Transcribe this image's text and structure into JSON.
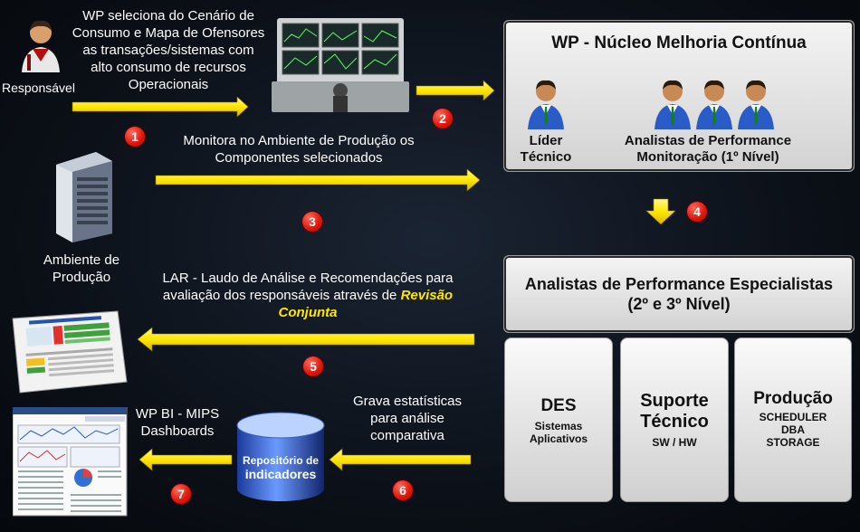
{
  "top_text": {
    "line1": "WP seleciona do Cenário de",
    "line2": "Consumo e Mapa de Ofensores",
    "line3": "as transações/sistemas com",
    "line4": "alto consumo de recursos",
    "line5": "Operacionais"
  },
  "responsavel_label": "Responsável",
  "monitora_text": {
    "line1": "Monitora no Ambiente de Produção os",
    "line2": "Componentes selecionados"
  },
  "ambiente_label": {
    "line1": "Ambiente de",
    "line2": "Produção"
  },
  "lar_text": {
    "line1": "LAR - Laudo de Análise e Recomendações para",
    "line2_prefix": "avaliação dos responsáveis através de",
    "line2_highlight": "Revisão",
    "line3_highlight": "Conjunta"
  },
  "bi_text": {
    "line1": "WP BI - MIPS",
    "line2": "Dashboards"
  },
  "grava_text": {
    "line1": "Grava estatísticas",
    "line2": "para análise",
    "line3": "comparativa"
  },
  "repo_label": {
    "line1": "Repositório de",
    "line2": "indicadores"
  },
  "nucleo": {
    "title": "WP - Núcleo Melhoria Contínua",
    "lider": {
      "line1": "Líder",
      "line2": "Técnico"
    },
    "analistas": {
      "line1": "Analistas de Performance",
      "line2": "Monitoração (1º Nível)"
    }
  },
  "especialistas": {
    "line1": "Analistas de Performance Especialistas",
    "line2": "(2º e 3º Nível)"
  },
  "cards": [
    {
      "title": "DES",
      "sub1": "Sistemas",
      "sub2": "Aplicativos"
    },
    {
      "title1": "Suporte",
      "title2": "Técnico",
      "sub1": "SW / HW"
    },
    {
      "title": "Produção",
      "sub1": "SCHEDULER",
      "sub2": "DBA",
      "sub3": "STORAGE"
    }
  ],
  "steps": [
    "1",
    "2",
    "3",
    "4",
    "5",
    "6",
    "7"
  ],
  "colors": {
    "arrow": "#ffe600",
    "step_badge": "#e01a10",
    "highlight": "#ffe600"
  }
}
